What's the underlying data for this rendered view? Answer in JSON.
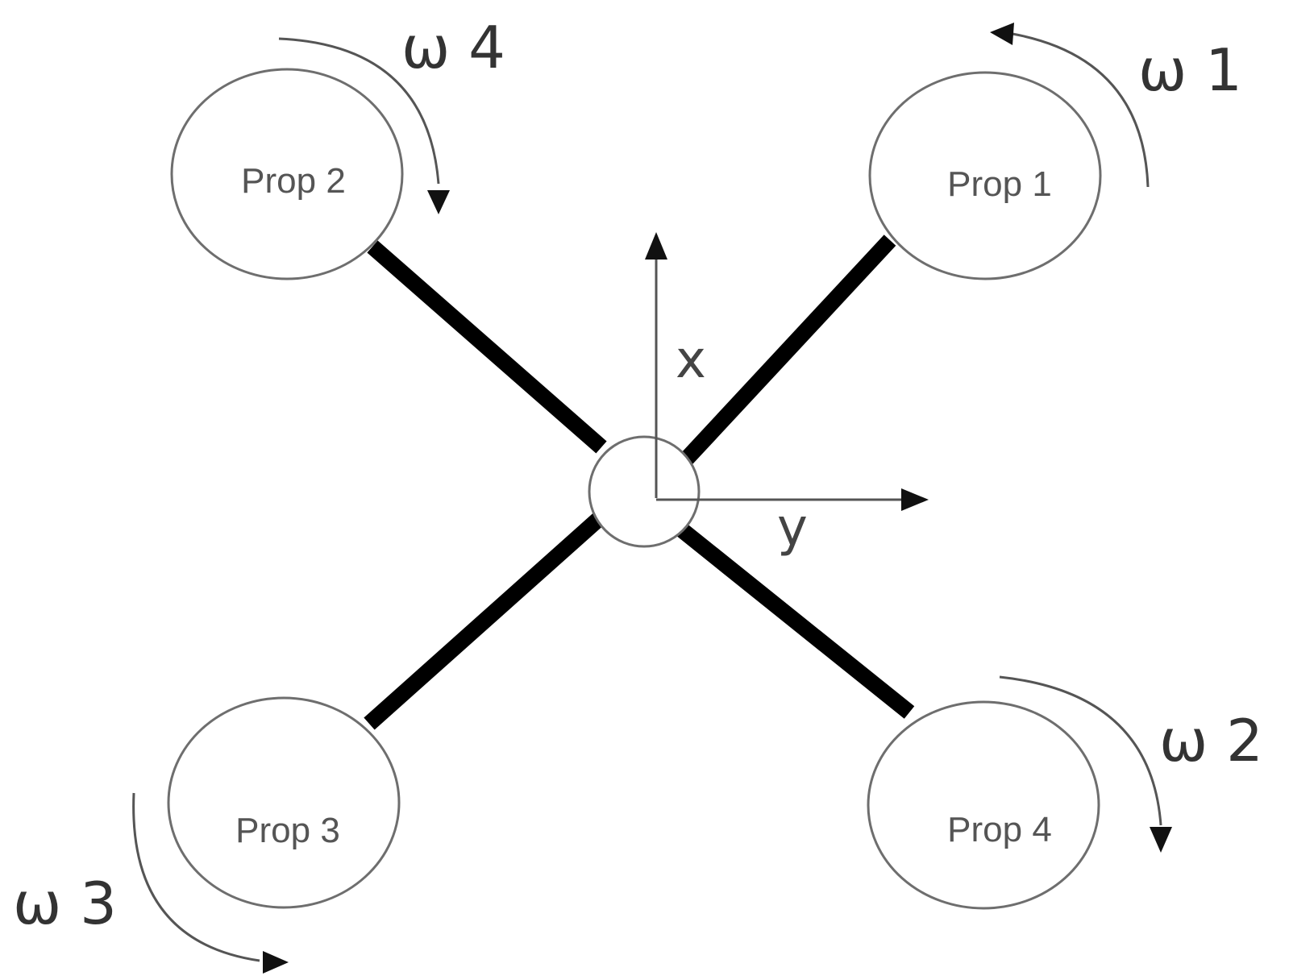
{
  "diagram": {
    "propellers": [
      {
        "id": "prop-1",
        "label": "Prop 1",
        "rotation_label": "ω 1",
        "rotation": "counterclockwise"
      },
      {
        "id": "prop-2",
        "label": "Prop 2",
        "rotation_label": "ω 4",
        "rotation": "clockwise"
      },
      {
        "id": "prop-3",
        "label": "Prop 3",
        "rotation_label": "ω 3",
        "rotation": "counterclockwise"
      },
      {
        "id": "prop-4",
        "label": "Prop 4",
        "rotation_label": "ω 2",
        "rotation": "clockwise"
      }
    ],
    "axes": {
      "x_label": "x",
      "y_label": "y"
    },
    "colors": {
      "arm": "#000000",
      "outline": "#6e6e6e",
      "text": "#555555"
    }
  }
}
